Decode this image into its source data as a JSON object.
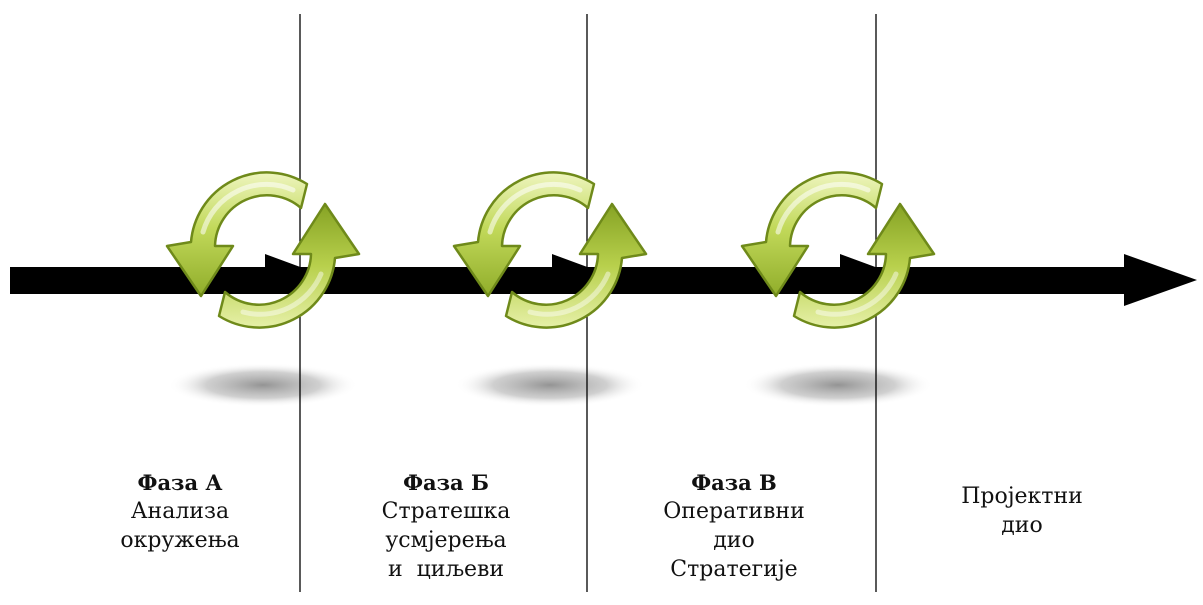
{
  "colors": {
    "arrow": "#000000",
    "divider": "#000000",
    "cycle_light": "#d6e681",
    "cycle_mid": "#a8c23c",
    "cycle_dark": "#6f8a1a",
    "shadow": "#9a9a9a",
    "text": "#111111"
  },
  "icons": {
    "cycle": "cycle-arrows-icon",
    "timeline": "timeline-arrow"
  },
  "phases": [
    {
      "title": "Фаза А",
      "lines": [
        "Анализа",
        "окружења"
      ]
    },
    {
      "title": "Фаза Б",
      "lines": [
        "Стратешка",
        "усмјерења",
        "и  циљеви"
      ]
    },
    {
      "title": "Фаза В",
      "lines": [
        "Оперативни",
        "дио",
        "Стратегије"
      ]
    },
    {
      "title": "",
      "lines": [
        "Пројектни",
        "дио"
      ]
    }
  ]
}
